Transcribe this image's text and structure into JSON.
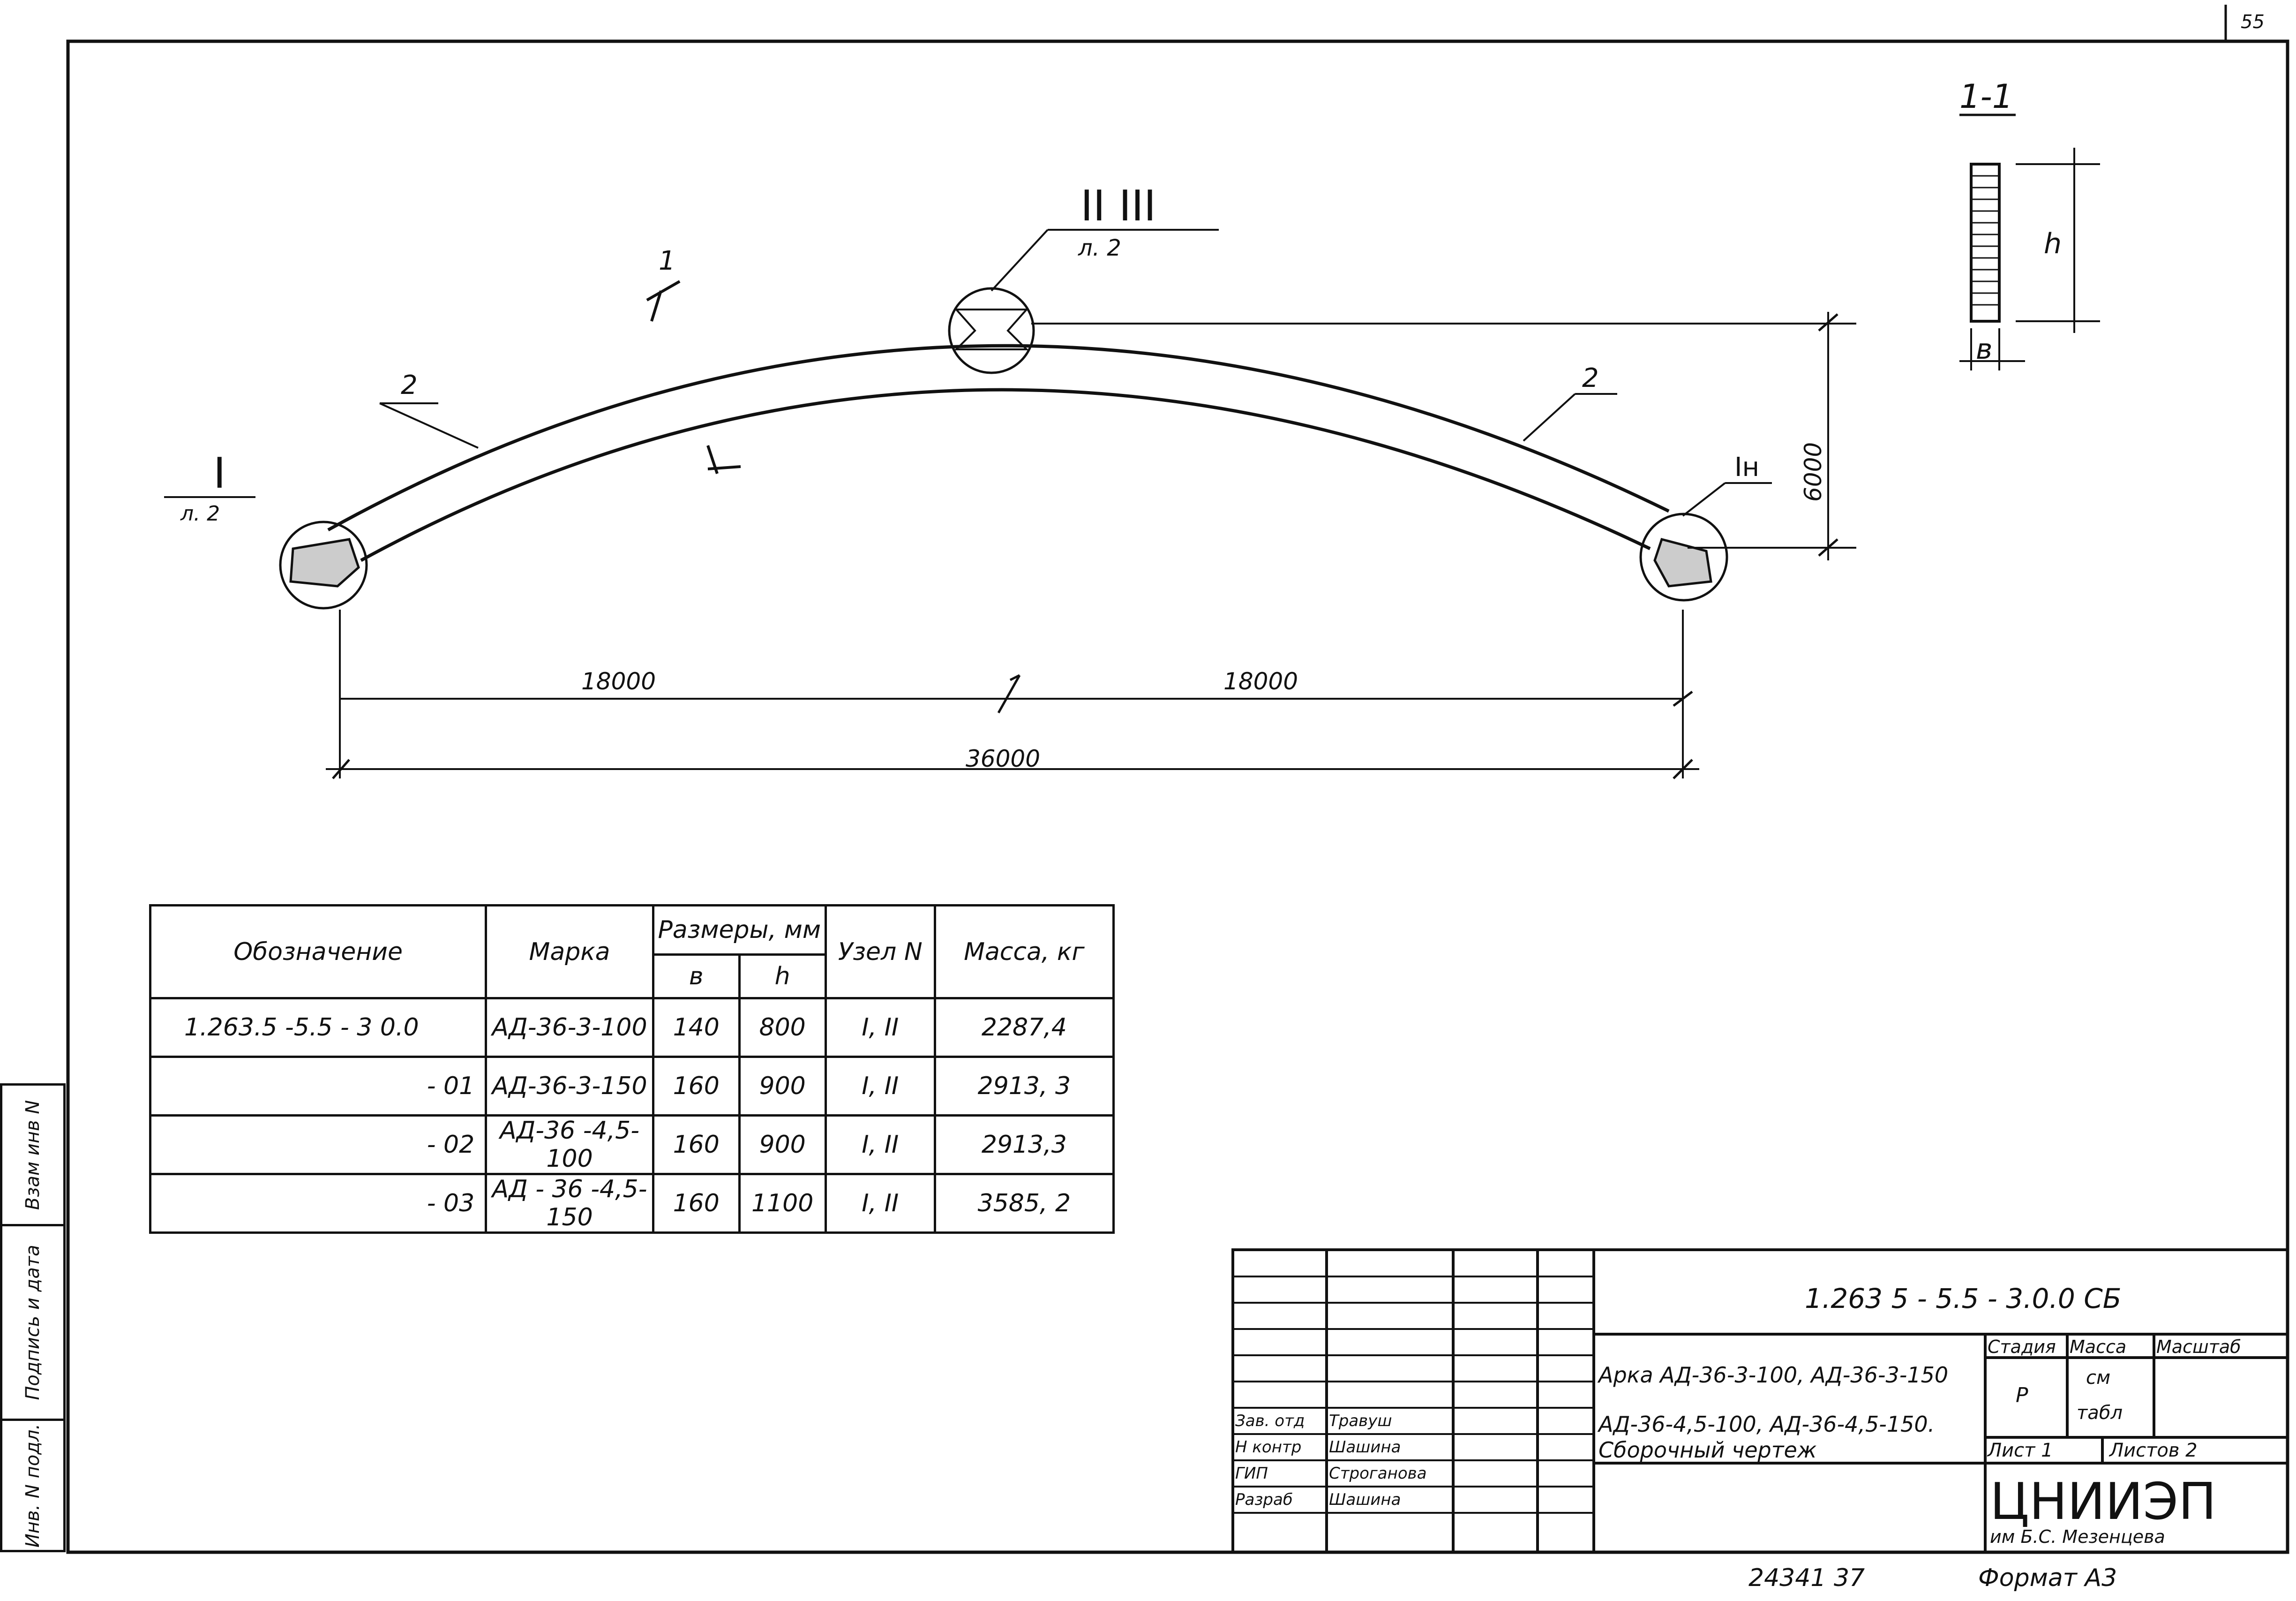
{
  "drawing": {
    "section_label": "1-1",
    "section_b": "в",
    "section_h": "h",
    "node_ref_center": "II III",
    "node_ref_center_sheet": "л. 2",
    "node_ref_left": "I",
    "node_ref_left_sheet": "л. 2",
    "node_ref_right": "Iн",
    "part_number_left": "2",
    "part_number_right": "2",
    "cut_mark_1": "1",
    "dim_half_left": "18000",
    "dim_half_right": "18000",
    "dim_total": "36000",
    "dim_rise": "6000",
    "corner_mark": "55"
  },
  "spec_table": {
    "headers": {
      "designation": "Обозначение",
      "mark": "Марка",
      "dimensions": "Размеры, мм",
      "dim_b": "в",
      "dim_h": "h",
      "node": "Узел N",
      "mass": "Масса, кг"
    },
    "rows": [
      {
        "designation": "1.263.5 -5.5 - 3 0.0",
        "mark": "АД-36-3-100",
        "b": "140",
        "h": "800",
        "node": "I, II",
        "mass": "2287,4"
      },
      {
        "designation": "- 01",
        "mark": "АД-36-3-150",
        "b": "160",
        "h": "900",
        "node": "I, II",
        "mass": "2913, 3"
      },
      {
        "designation": "- 02",
        "mark": "АД-36 -4,5-100",
        "b": "160",
        "h": "900",
        "node": "I, II",
        "mass": "2913,3"
      },
      {
        "designation": "- 03",
        "mark": "АД - 36 -4,5-150",
        "b": "160",
        "h": "1100",
        "node": "I, II",
        "mass": "3585, 2"
      }
    ]
  },
  "title_block": {
    "doc_code": "1.263 5 - 5.5    - 3.0.0 СБ",
    "name_line1": "Арка АД-36-3-100, АД-36-3-150",
    "name_line2": "АД-36-4,5-100, АД-36-4,5-150.",
    "name_line3": "Сборочный чертеж",
    "stage_label": "Стадия",
    "stage_value": "Р",
    "mass_label": "Масса",
    "mass_value1": "см",
    "mass_value2": "табл",
    "scale_label": "Масштаб",
    "sheet_label": "Лист 1",
    "sheets_label": "Листов 2",
    "org": "ЦНИИЭП",
    "org_sub": "им Б.С. Мезенцева",
    "roles": [
      {
        "role": "Зав. отд",
        "name": "Травуш"
      },
      {
        "role": "Н контр",
        "name": "Шашина"
      },
      {
        "role": "ГИП",
        "name": "Строганова"
      },
      {
        "role": "Разраб",
        "name": "Шашина"
      }
    ]
  },
  "side_stamp": {
    "inv_orig": "Инв. N подл.",
    "sign_date": "Подпись и дата",
    "inv_repl": "Взам инв N"
  },
  "footer": {
    "archive_number": "24341  37",
    "format": "Формат А3"
  }
}
